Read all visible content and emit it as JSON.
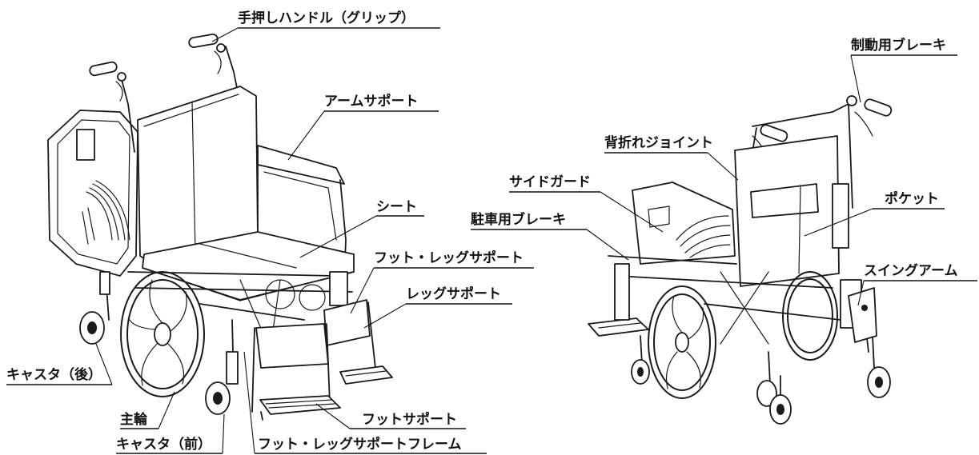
{
  "labels": {
    "hand_grip": "手押しハンドル（グリップ）",
    "arm_support": "アームサポート",
    "seat": "シート",
    "foot_leg_support": "フット・レッグサポート",
    "leg_support": "レッグサポート",
    "caster_rear": "キャスタ（後）",
    "main_wheel": "主輪",
    "caster_front": "キャスタ（前）",
    "foot_support": "フットサポート",
    "foot_leg_support_frame": "フット・レッグサポートフレーム",
    "service_brake": "制動用ブレーキ",
    "backrest_joint": "背折れジョイント",
    "side_guard": "サイドガード",
    "parking_brake": "駐車用ブレーキ",
    "pocket": "ポケット",
    "swing_arm": "スイングアーム"
  }
}
